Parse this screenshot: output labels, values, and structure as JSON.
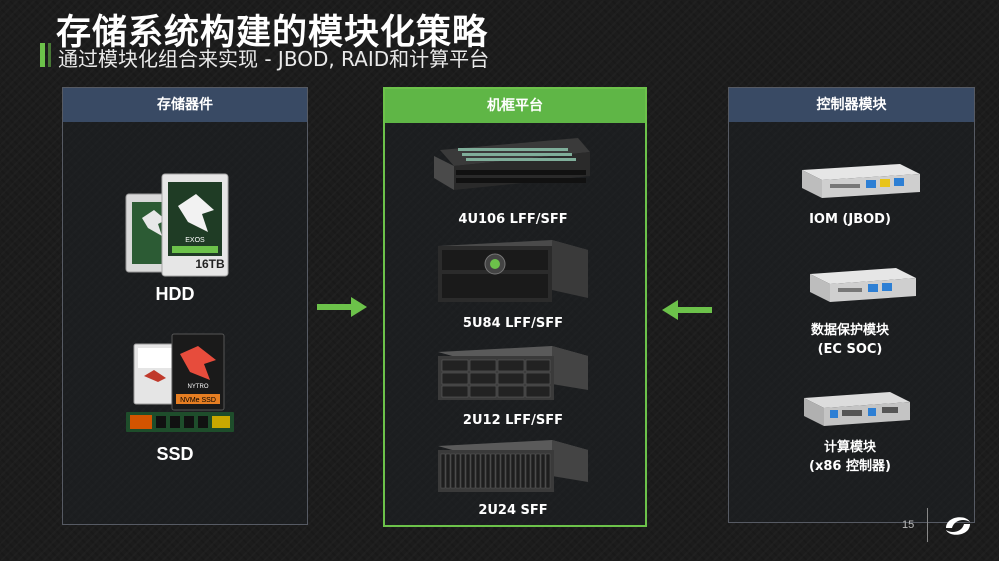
{
  "title": "存储系统构建的模块化策略",
  "subtitle": "通过模块化组合来实现 - JBOD, RAID和计算平台",
  "panels": {
    "left": {
      "header": "存储器件",
      "items": [
        {
          "label": "HDD",
          "drive_label": "EXOS",
          "capacity": "16TB"
        },
        {
          "label": "SSD",
          "drive_label": "NYTRO",
          "ssd_tag": "NVMe SSD"
        }
      ]
    },
    "middle": {
      "header": "机框平台",
      "items": [
        {
          "label": "4U106 LFF/SFF"
        },
        {
          "label": "5U84 LFF/SFF"
        },
        {
          "label": "2U12 LFF/SFF"
        },
        {
          "label": "2U24 SFF"
        }
      ]
    },
    "right": {
      "header": "控制器模块",
      "items": [
        {
          "label": "IOM (JBOD)"
        },
        {
          "label_line1": "数据保护模块",
          "label_line2": "(EC SOC)"
        },
        {
          "label_line1": "计算模块",
          "label_line2": "(x86 控制器)"
        }
      ]
    }
  },
  "page_number": "15",
  "colors": {
    "accent_green": "#6cc24a",
    "header_blue": "#394a64",
    "background": "#1c1c1c"
  },
  "icons": [
    "arrow-right-icon",
    "arrow-left-icon",
    "seagate-logo-icon"
  ]
}
